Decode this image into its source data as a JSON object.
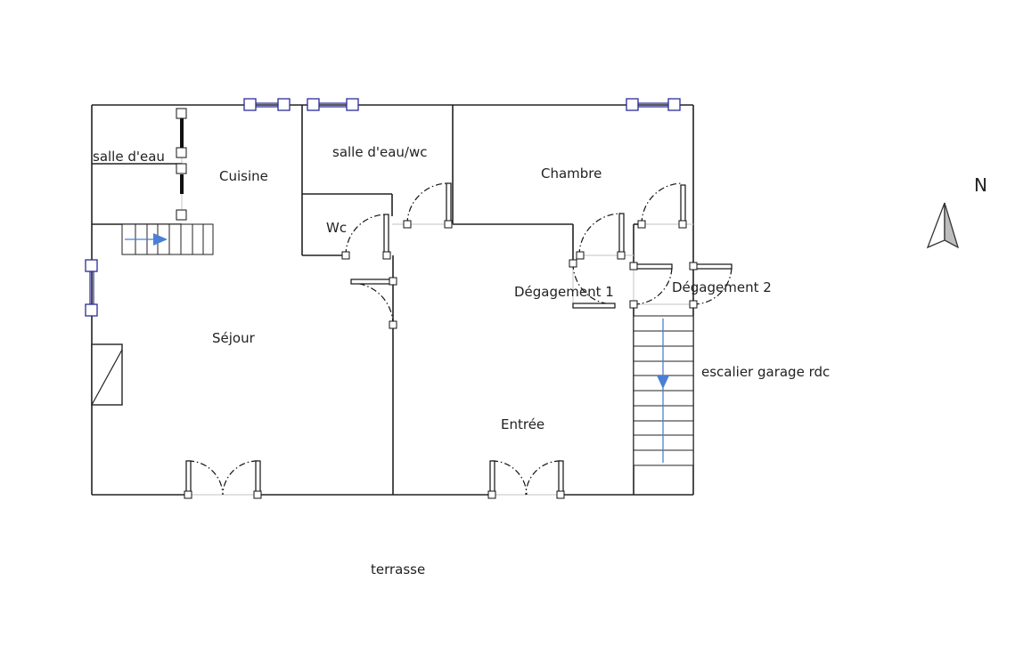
{
  "rooms": {
    "salle_eau": "salle d'eau",
    "cuisine": "Cuisine",
    "salle_eau_wc": "salle d'eau/wc",
    "chambre": "Chambre",
    "wc": "Wc",
    "degagement_1": "Dégagement 1",
    "degagement_2": "Dégagement 2",
    "sejour": "Séjour",
    "escalier": "escalier garage rdc",
    "entree": "Entrée",
    "terrasse": "terrasse"
  },
  "compass": {
    "label": "N",
    "icon": "north-arrow-icon"
  },
  "colors": {
    "walls": "#222222",
    "windows": "#2b2b9a",
    "stair_arrow": "#4a7fd6"
  }
}
